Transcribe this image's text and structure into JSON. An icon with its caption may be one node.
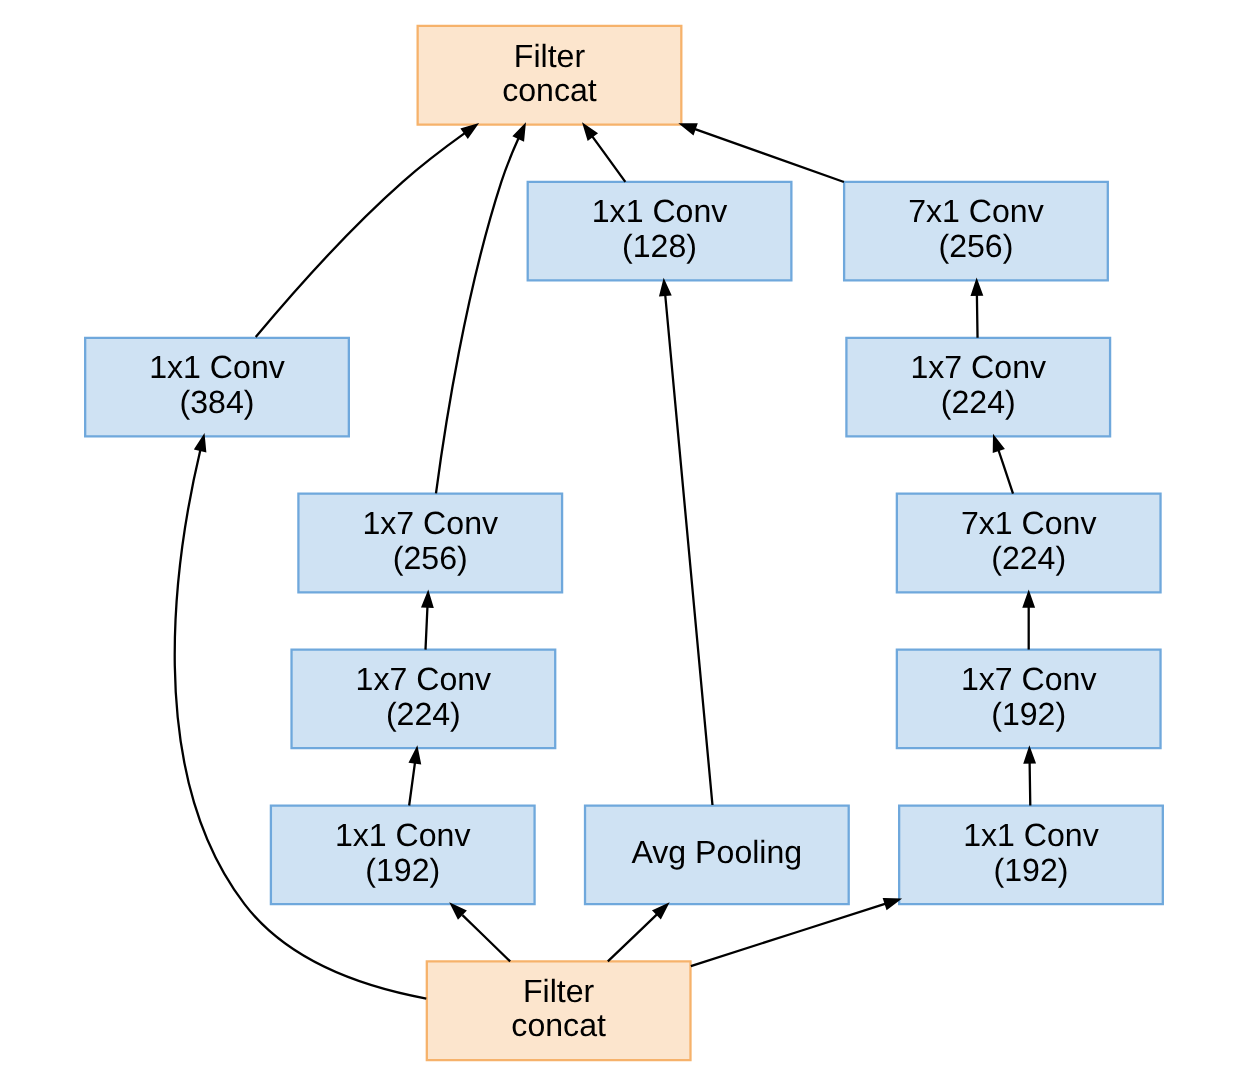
{
  "diagram": {
    "nodes": [
      {
        "text": [
          "Filter concat"
        ]
      },
      {
        "text": [
          "7x1 Conv (256)"
        ]
      },
      {
        "text": [
          "1x1 Conv (128)"
        ]
      },
      {
        "text": [
          "1x7 Conv (256)"
        ]
      },
      {
        "text": [
          "1x7 Conv (224)"
        ]
      },
      {
        "text": [
          "1x1 Conv (384)"
        ]
      },
      {
        "text": [
          "1x7 Conv (224)"
        ]
      },
      {
        "text": [
          "7x1 Conv (224)"
        ]
      },
      {
        "text": [
          "1x1 Conv (192)"
        ]
      },
      {
        "text": [
          "1x7 Conv (192)"
        ]
      },
      {
        "text": [
          "Avg Pooling"
        ]
      },
      {
        "text": [
          "1x1 Conv (192)"
        ]
      },
      {
        "text": [
          "Filter concat"
        ]
      }
    ],
    "edges": [
      {
        "from": 12,
        "to": 10,
        "arrow": "to"
      },
      {
        "from": 12,
        "to": 5,
        "arrow": "to"
      },
      {
        "from": 12,
        "to": 8,
        "arrow": "to"
      },
      {
        "from": 12,
        "to": 11,
        "arrow": "to"
      },
      {
        "from": 10,
        "to": 2,
        "arrow": "to"
      },
      {
        "from": 2,
        "to": 0,
        "arrow": "to"
      },
      {
        "from": 5,
        "to": 0,
        "arrow": "to"
      },
      {
        "from": 8,
        "to": 6,
        "arrow": "to"
      },
      {
        "from": 6,
        "to": 3,
        "arrow": "to"
      },
      {
        "from": 3,
        "to": 0,
        "arrow": "to"
      },
      {
        "from": 11,
        "to": 9,
        "arrow": "to"
      },
      {
        "from": 9,
        "to": 7,
        "arrow": "to"
      },
      {
        "from": 7,
        "to": 4,
        "arrow": "to"
      },
      {
        "from": 4,
        "to": 1,
        "arrow": "to"
      },
      {
        "from": 1,
        "to": 0,
        "arrow": "to"
      }
    ]
  }
}
